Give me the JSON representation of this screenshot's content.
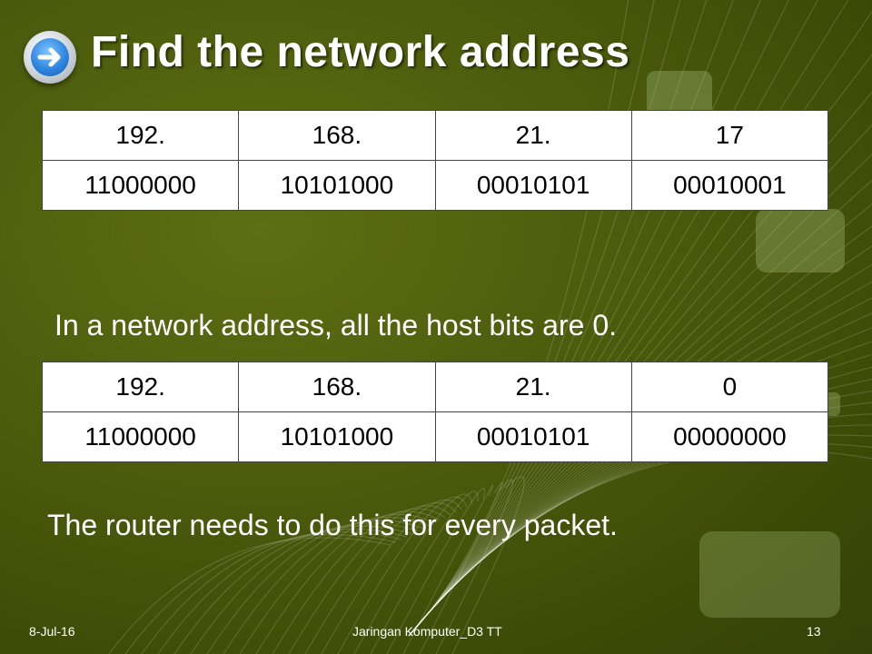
{
  "slide": {
    "title": "Find the network address",
    "table1": {
      "rows": [
        [
          "192.",
          "168.",
          "21.",
          "17"
        ],
        [
          "11000000",
          "10101000",
          "00010101",
          "00010001"
        ]
      ]
    },
    "host_text": "In a network address, all the host bits are 0.",
    "table2": {
      "rows": [
        [
          "192.",
          "168.",
          "21.",
          "0"
        ],
        [
          "11000000",
          "10101000",
          "00010101",
          "00000000"
        ]
      ]
    },
    "router_text": "The router needs to do this for every packet.",
    "nav_icon": "arrow-right-icon"
  },
  "footer": {
    "date": "8-Jul-16",
    "center": "Jaringan Komputer_D3 TT",
    "page": "13"
  },
  "colors": {
    "background": "#4b5a0c",
    "text": "#ffffff",
    "table_bg": "#ffffff",
    "button_blue": "#2f86e0"
  }
}
